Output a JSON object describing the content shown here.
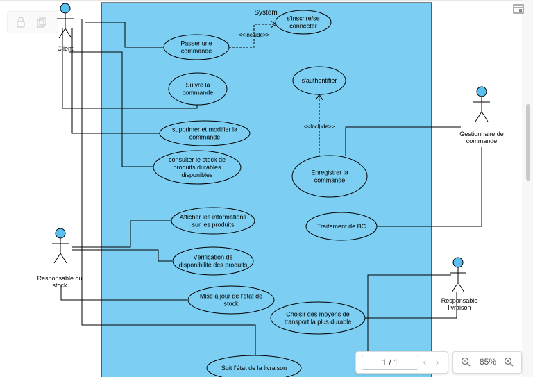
{
  "diagram": {
    "system_label": "System",
    "actors": [
      {
        "id": "client",
        "label": "Client"
      },
      {
        "id": "stock",
        "label": "Responsable du stock"
      },
      {
        "id": "gestion",
        "label": "Gestionnaire de commande"
      },
      {
        "id": "livraison",
        "label": "Responsable livraison"
      }
    ],
    "use_cases": [
      {
        "id": "inscrire",
        "label": "s'inscrire/se connecter"
      },
      {
        "id": "passer",
        "label": "Passer une commande"
      },
      {
        "id": "suivre",
        "label": "Suivre la commande"
      },
      {
        "id": "authentifier",
        "label": "s'authentifier"
      },
      {
        "id": "supprimer",
        "label": "supprimer et modifier la commande"
      },
      {
        "id": "consulter",
        "label": "consulter le stock de produits durables disponibles"
      },
      {
        "id": "enregistrer",
        "label": "Enregistrer la commande"
      },
      {
        "id": "traitement",
        "label": "Traitement de BC"
      },
      {
        "id": "afficher",
        "label": "Afficher les informations sur les produits"
      },
      {
        "id": "verification",
        "label": "Vérification de disponibilité des produits"
      },
      {
        "id": "miseajour",
        "label": "Mise a jour de l'état de stock"
      },
      {
        "id": "choisir",
        "label": "Choisir des moyens de transport la plus durable"
      },
      {
        "id": "suivi",
        "label": "Suit l'état de la livraison"
      }
    ],
    "include_label": "<<Include>>"
  },
  "viewer": {
    "page_indicator": "1 / 1",
    "zoom": "85%"
  },
  "colors": {
    "system_fill": "#7ccff2",
    "actor_head": "#5bc0ef",
    "line": "#000000"
  }
}
